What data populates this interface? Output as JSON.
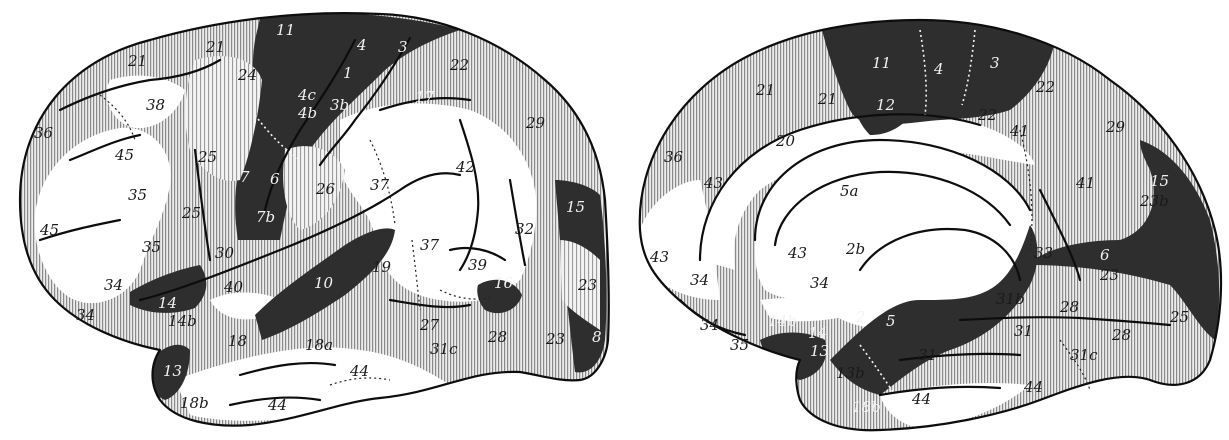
{
  "colors": {
    "light_zone": "#ffffff",
    "medium_zone": "#cfcfcf",
    "dark_zone": "#2e2e2e",
    "ink": "#0d0d0d"
  },
  "lateral_view": {
    "labels": [
      "11",
      "4",
      "3",
      "1",
      "21",
      "24",
      "4c",
      "4b",
      "3b",
      "22",
      "17",
      "21",
      "38",
      "36",
      "45",
      "25",
      "7",
      "6",
      "26",
      "37",
      "42",
      "29",
      "35",
      "25",
      "7b",
      "15",
      "45",
      "35",
      "30",
      "10",
      "37",
      "32",
      "19",
      "39",
      "34",
      "14",
      "40",
      "16",
      "23",
      "34",
      "14b",
      "27",
      "18",
      "18a",
      "13",
      "31c",
      "28",
      "23",
      "8",
      "44",
      "44",
      "18b"
    ]
  },
  "medial_view": {
    "labels": [
      "11",
      "4",
      "3",
      "21",
      "21",
      "12",
      "22",
      "22",
      "41",
      "29",
      "20",
      "36",
      "15",
      "43",
      "5a",
      "41",
      "23b",
      "43",
      "43",
      "33",
      "2b",
      "6",
      "34",
      "34",
      "23",
      "31b",
      "28",
      "2",
      "5",
      "34",
      "14b",
      "14",
      "25",
      "31",
      "35",
      "13",
      "28",
      "31",
      "31c",
      "13b",
      "44",
      "44",
      "18b"
    ]
  }
}
